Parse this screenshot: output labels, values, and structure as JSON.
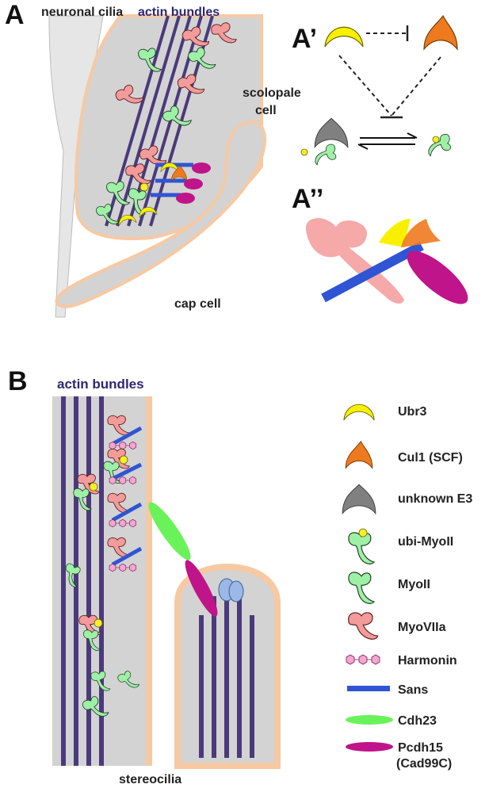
{
  "colors": {
    "cell_fill": "#d3d3d3",
    "cell_border": "#f6c9a3",
    "actin": "#4a3a7c",
    "label_navy": "#2d2775",
    "ubr3": "#f9f000",
    "cul1": "#ee7a1f",
    "unknown_e3": "#808080",
    "myoII": "#9ef0a6",
    "myoVIIa": "#f39a9a",
    "harmonin": "#f2a6d0",
    "sans": "#2f55d4",
    "cdh23": "#6af25a",
    "pcdh15": "#c0148a",
    "ubiquitin": "#f6ee2a"
  },
  "panelA": {
    "label": "A",
    "neuronal_cilia": "neuronal cilia",
    "actin_bundles": "actin bundles",
    "scolopale_line1": "scolopale",
    "scolopale_line2": "cell",
    "cap_cell": "cap cell"
  },
  "panelA1": {
    "label": "A’"
  },
  "panelA2": {
    "label": "A’’"
  },
  "panelB": {
    "label": "B",
    "actin_bundles": "actin bundles",
    "stereocilia": "stereocilia"
  },
  "legend": [
    {
      "label": "Ubr3",
      "icon": "ubr3-icon"
    },
    {
      "label": "Cul1 (SCF)",
      "icon": "cul1-icon"
    },
    {
      "label": "unknown E3",
      "icon": "unknown-e3-icon"
    },
    {
      "label": "ubi-MyoII",
      "icon": "ubi-myoii-icon"
    },
    {
      "label": "MyoII",
      "icon": "myoii-icon"
    },
    {
      "label": "MyoVIIa",
      "icon": "myoviia-icon"
    },
    {
      "label": "Harmonin",
      "icon": "harmonin-icon"
    },
    {
      "label": "Sans",
      "icon": "sans-icon"
    },
    {
      "label": "Cdh23",
      "icon": "cdh23-icon"
    },
    {
      "label": "Pcdh15",
      "icon": "pcdh15-icon",
      "label2": "(Cad99C)"
    }
  ]
}
